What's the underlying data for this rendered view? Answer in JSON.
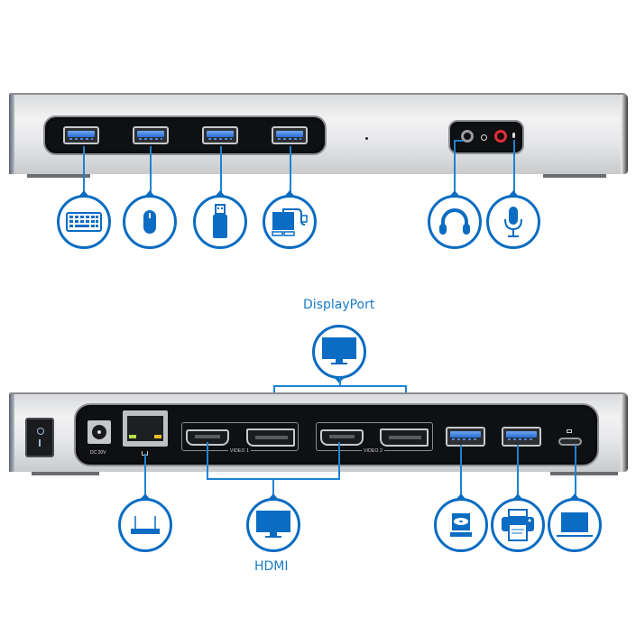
{
  "colors": {
    "accent_blue": "#0a6cc2",
    "line_blue": "#1a84d4",
    "caption_blue": "#1a7bc7",
    "usb_blue": "#2a6fd6",
    "panel_black": "#0f1012",
    "mic_red": "#e0303a"
  },
  "front_view": {
    "usb_ports": [
      {
        "label": "USB 3.0 port 1",
        "device": "keyboard",
        "icon": "keyboard-icon"
      },
      {
        "label": "USB 3.0 port 2",
        "device": "mouse",
        "icon": "mouse-icon"
      },
      {
        "label": "USB 3.0 port 3",
        "device": "flash drive",
        "icon": "usb-flash-drive-icon"
      },
      {
        "label": "USB 3.0 port 4",
        "device": "external drive",
        "icon": "external-drive-icon"
      }
    ],
    "audio_ports": [
      {
        "label": "Headphone jack",
        "icon": "headphones-icon",
        "jack_symbol": "headphone-symbol"
      },
      {
        "label": "Microphone jack",
        "icon": "microphone-icon",
        "jack_symbol": "mic-symbol"
      }
    ]
  },
  "rear_view": {
    "power_switch": {
      "label": "Power switch",
      "symbols": [
        "O",
        "I"
      ]
    },
    "dc_input": {
      "label": "DC 20V"
    },
    "ethernet": {
      "label": "Gigabit Ethernet",
      "device": "router",
      "icon": "router-icon",
      "symbol": "network-symbol"
    },
    "video_groups": [
      {
        "label": "VIDEO 1",
        "ports": [
          "HDMI",
          "DisplayPort"
        ]
      },
      {
        "label": "VIDEO 2",
        "ports": [
          "HDMI",
          "DisplayPort"
        ]
      }
    ],
    "displayport_caption": "DisplayPort",
    "hdmi_caption": "HDMI",
    "usb_ports": [
      {
        "label": "USB 3.0 port 5",
        "device": "optical/hard drive",
        "icon": "drive-disc-icon"
      },
      {
        "label": "USB 3.0 port 6",
        "device": "printer",
        "icon": "printer-icon"
      }
    ],
    "usb_c_host": {
      "label": "USB-C host port",
      "device": "laptop",
      "icon": "laptop-icon",
      "symbol": "laptop-symbol"
    }
  }
}
